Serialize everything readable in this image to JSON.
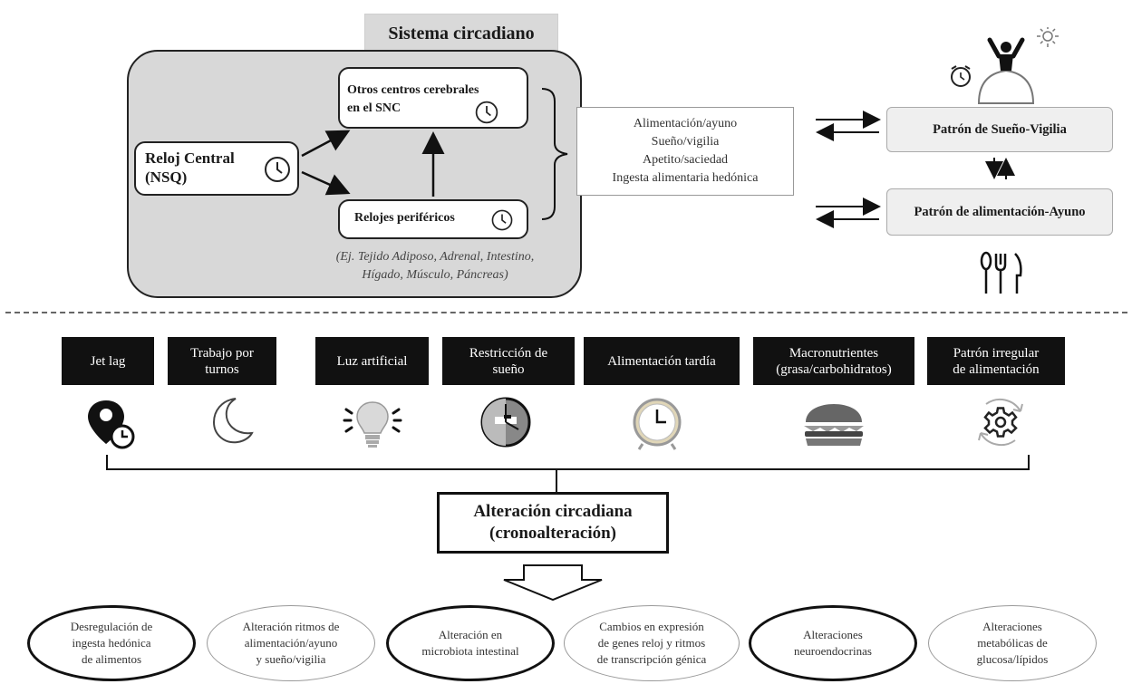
{
  "header": {
    "title": "Sistema circadiano"
  },
  "system": {
    "central_clock": {
      "line1": "Reloj Central",
      "line2": "(NSQ)"
    },
    "other_centers": {
      "line1": "Otros centros cerebrales",
      "line2": "en el SNC"
    },
    "peripheral": {
      "label": "Relojes periféricos"
    },
    "examples": {
      "line1": "(Ej. Tejido Adiposo, Adrenal, Intestino,",
      "line2": "Hígado, Músculo, Páncreas)"
    },
    "functions": [
      "Alimentación/ayuno",
      "Sueño/vigilia",
      "Apetito/saciedad",
      "Ingesta alimentaria hedónica"
    ]
  },
  "patterns": {
    "sleep": "Patrón de Sueño-Vigilia",
    "feeding": "Patrón de alimentación-Ayuno"
  },
  "factors": [
    {
      "line1": "Jet lag",
      "line2": ""
    },
    {
      "line1": "Trabajo por",
      "line2": "turnos"
    },
    {
      "line1": "Luz artificial",
      "line2": ""
    },
    {
      "line1": "Restricción de",
      "line2": "sueño"
    },
    {
      "line1": "Alimentación tardía",
      "line2": ""
    },
    {
      "line1": "Macronutrientes",
      "line2": "(grasa/carbohidratos)"
    },
    {
      "line1": "Patrón irregular",
      "line2": "de alimentación"
    }
  ],
  "alteration": {
    "line1": "Alteración circadiana",
    "line2": "(cronoalteración)"
  },
  "outcomes": [
    "Desregulación de\ningesta hedónica\nde alimentos",
    "Alteración ritmos de\nalimentación/ayuno\ny sueño/vigilia",
    "Alteración en\nmicrobiota intestinal",
    "Cambios en expresión\nde genes reloj y ritmos\nde transcripción génica",
    "Alteraciones\nneuroendocrinas",
    "Alteraciones\nmetabólicas de\nglucosa/lípidos"
  ],
  "icons": {
    "clock": "clock-icon",
    "alarm": "alarm-clock-icon",
    "sun": "sun-icon",
    "waking_person": "waking-person-icon",
    "cutlery": "cutlery-icon",
    "location": "location-clock-icon",
    "moon": "moon-icon",
    "bulb": "light-bulb-icon",
    "sleep_clock": "sleep-clock-icon",
    "table_clock": "table-clock-icon",
    "burger": "burger-icon",
    "gear": "gear-cycle-icon"
  }
}
